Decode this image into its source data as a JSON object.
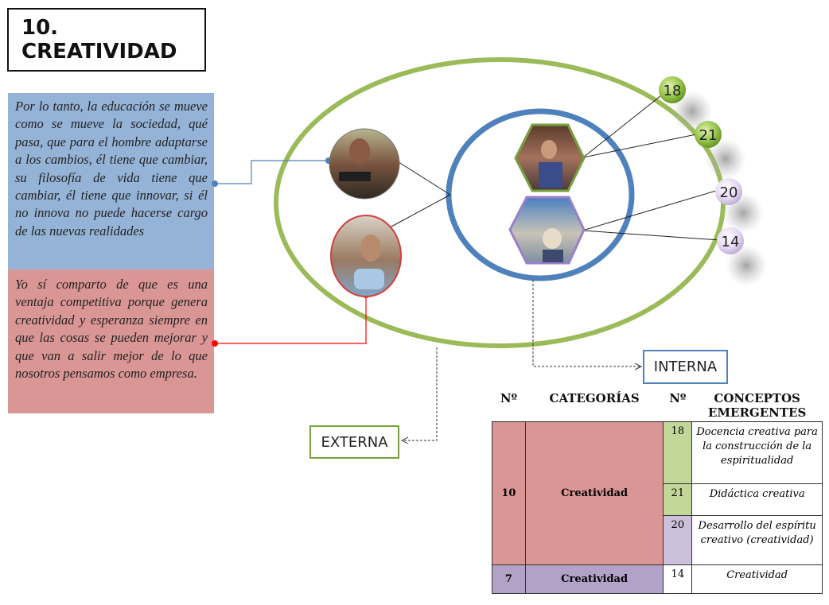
{
  "title": "10. CREATIVIDAD",
  "quotes": {
    "blue": "Por lo tanto, la educación se mueve como se mueve la sociedad, qué pasa, que para el hombre adaptarse a los cambios, él tiene que cambiar, su filosofía de vida tiene que cambiar, él tiene que innovar, si él no innova no puede  hacerse cargo de las nuevas realidades",
    "red": "Yo sí comparto de que es una ventaja competitiva porque genera creatividad y esperanza siempre en que las cosas se pueden mejorar y que van a salir mejor de lo que nosotros pensamos como empresa."
  },
  "labels": {
    "externa": "EXTERNA",
    "interna": "INTERNA"
  },
  "bubbles": [
    {
      "id": "b18",
      "text": "18",
      "color": "green"
    },
    {
      "id": "b21",
      "text": "21",
      "color": "green"
    },
    {
      "id": "b20",
      "text": "20",
      "color": "purple"
    },
    {
      "id": "b14",
      "text": "14",
      "color": "purple"
    }
  ],
  "colors": {
    "outer_ellipse": "#9bbb59",
    "inner_ellipse": "#4f81bd",
    "quote_blue": "#95b3d7",
    "quote_red": "#da9694",
    "row_red": "#da9694",
    "row_purple": "#b3a2c7",
    "cell_green": "#c4d79b",
    "cell_purple": "#ccc0da"
  },
  "table": {
    "headers": [
      "Nº",
      "CATEGORÍAS",
      "Nº",
      "CONCEPTOS EMERGENTES"
    ],
    "rows": [
      {
        "num": "10",
        "category": "Creatividad",
        "sub": [
          {
            "num": "18",
            "concept": "Docencia creativa para la construcción de la espiritualidad"
          },
          {
            "num": "21",
            "concept": "Didáctica creativa"
          },
          {
            "num": "20",
            "concept": "Desarrollo del espíritu creativo (creatividad)"
          }
        ]
      },
      {
        "num": "7",
        "category": "Creatividad",
        "sub": [
          {
            "num": "14",
            "concept": "Creatividad"
          }
        ]
      }
    ]
  }
}
